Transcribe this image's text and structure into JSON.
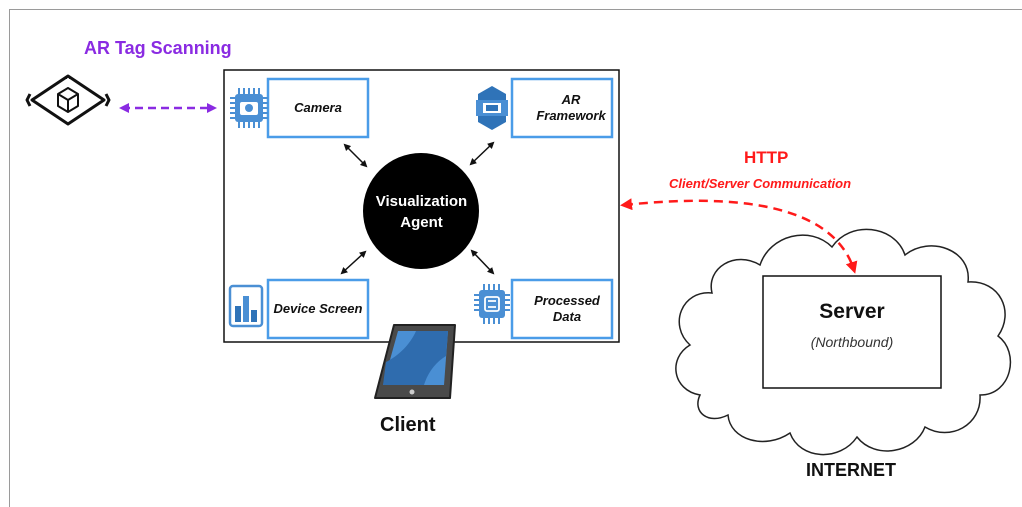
{
  "labels": {
    "ar_tag_scanning": "AR Tag Scanning",
    "http": "HTTP",
    "http_sub": "Client/Server Communication",
    "client": "Client",
    "server": "Server",
    "server_sub": "(Northbound)",
    "internet": "INTERNET"
  },
  "components": {
    "camera": "Camera",
    "ar_framework": "AR Framework",
    "device_screen": "Device Screen",
    "processed_data": "Processed Data"
  },
  "agent": {
    "label": "Visualization Agent"
  },
  "colors": {
    "ar_arrow": "#8a2be2",
    "http_arrow": "#ff1a1a",
    "component_border": "#4a9ce8",
    "icon_blue": "#4a8fd4",
    "agent_fill": "#000000"
  },
  "icons": [
    "ar-tag-icon",
    "camera-chip-icon",
    "aws-ar-icon",
    "bar-chart-icon",
    "chip-icon",
    "tablet-icon",
    "cloud-shape"
  ]
}
